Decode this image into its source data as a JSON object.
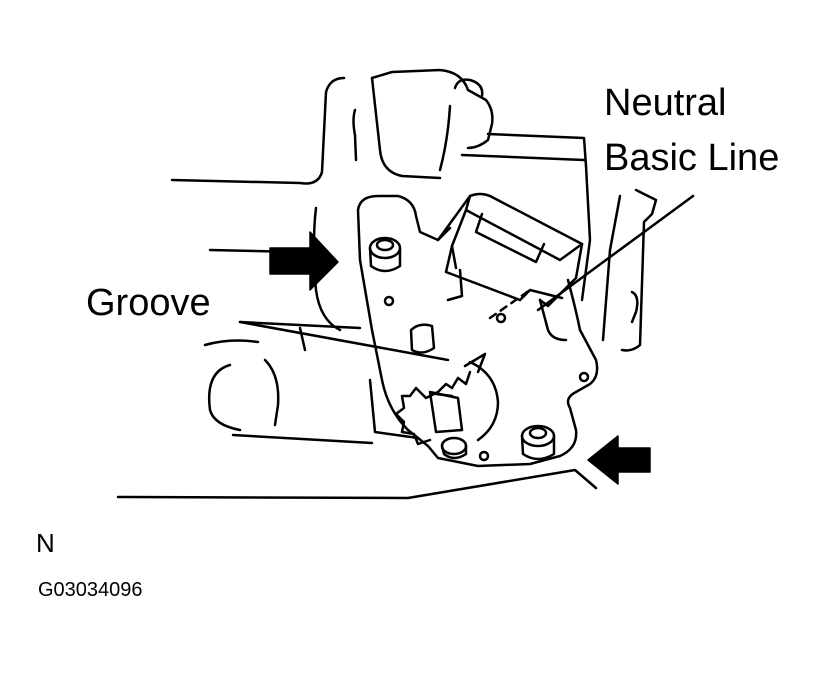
{
  "labels": {
    "neutral_line1": "Neutral",
    "neutral_line2": "Basic Line",
    "groove": "Groove",
    "position": "N",
    "figure_code": "G03034096"
  },
  "colors": {
    "line": "#000000",
    "background": "#ffffff",
    "arrow": "#000000"
  },
  "icons": {
    "pointer_arrow": "arrow-right-icon",
    "pointer_arrow_2": "arrow-left-icon"
  }
}
